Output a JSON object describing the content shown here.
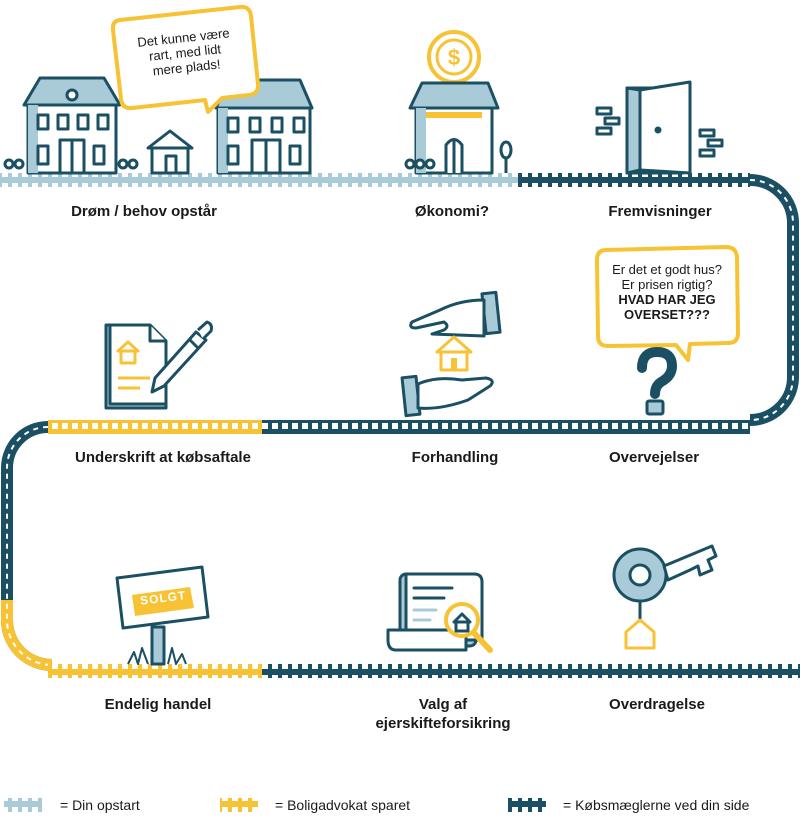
{
  "colors": {
    "teal": "#1b4f63",
    "light_blue": "#a9cbd7",
    "yellow": "#f7c234",
    "outline": "#1b4f63"
  },
  "steps": [
    {
      "id": "drom",
      "label": "Drøm / behov opstår",
      "icon": "houses-icon"
    },
    {
      "id": "okonomi",
      "label": "Økonomi?",
      "icon": "house-coin-icon"
    },
    {
      "id": "fremvisninger",
      "label": "Fremvisninger",
      "icon": "open-door-icon"
    },
    {
      "id": "overvejelser",
      "label": "Overvejelser",
      "icon": "question-mark-icon"
    },
    {
      "id": "forhandling",
      "label": "Forhandling",
      "icon": "hands-house-icon"
    },
    {
      "id": "underskrift",
      "label": "Underskrift at købsaftale",
      "icon": "contract-pen-icon"
    },
    {
      "id": "endelig",
      "label": "Endelig handel",
      "icon": "sold-sign-icon"
    },
    {
      "id": "valg",
      "label_line1": "Valg af",
      "label_line2": "ejerskifteforsikring",
      "icon": "document-magnifier-icon"
    },
    {
      "id": "overdragelse",
      "label": "Overdragelse",
      "icon": "key-icon"
    }
  ],
  "bubbles": {
    "dream": {
      "line1": "Det kunne være",
      "line2": "rart, med lidt",
      "line3": "mere plads!"
    },
    "doubt": {
      "line1": "Er det et godt hus?",
      "line2": "Er prisen rigtig?",
      "line3": "HVAD HAR JEG",
      "line4": "OVERSET???"
    }
  },
  "sign": {
    "text": "SOLGT"
  },
  "legend": [
    {
      "label": "= Din opstart",
      "color": "#a9cbd7"
    },
    {
      "label": "= Boligadvokat sparet",
      "color": "#f7c234"
    },
    {
      "label": "= Købsmæglerne ved din side",
      "color": "#1b4f63"
    }
  ]
}
